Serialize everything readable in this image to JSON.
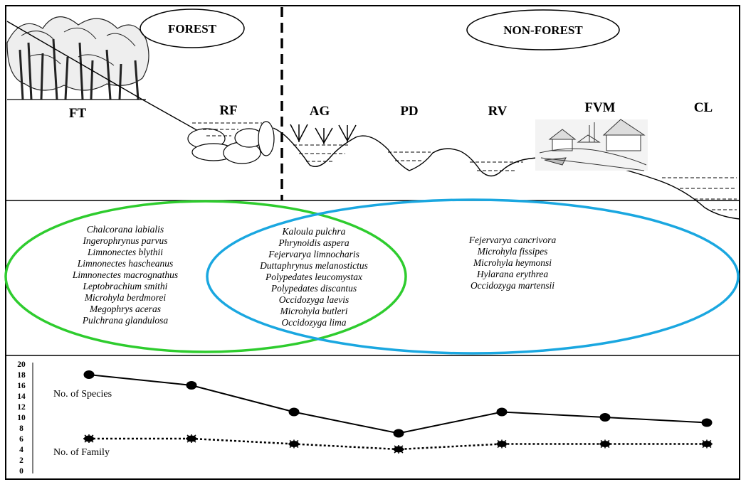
{
  "zones": {
    "forest": "FOREST",
    "non_forest": "NON-FOREST"
  },
  "habitats": [
    "FT",
    "RF",
    "AG",
    "PD",
    "RV",
    "FVM",
    "CL"
  ],
  "species_groups": {
    "forest_only": [
      "Chalcorana labialis",
      "Ingerophrynus parvus",
      "Limnonectes blythii",
      "Limnonectes hascheanus",
      "Limnonectes macrognathus",
      "Leptobrachium smithi",
      "Microhyla berdmorei",
      "Megophrys aceras",
      "Pulchrana glandulosa"
    ],
    "shared": [
      "Kaloula pulchra",
      "Phrynoidis aspera",
      "Fejervarya limnocharis",
      "Duttaphrynus melanostictus",
      "Polypedates leucomystax",
      "Polypedates discantus",
      "Occidozyga laevis",
      "Microhyla butleri",
      "Occidozyga lima"
    ],
    "non_forest_only": [
      "Fejervarya cancrivora",
      "Microhyla fissipes",
      "Microhyla heymonsi",
      "Hylarana erythrea",
      "Occidozyga martensii"
    ]
  },
  "colors": {
    "forest_ellipse": "#2ecc2e",
    "non_forest_ellipse": "#1aa7e0",
    "line": "#000000"
  },
  "chart_data": {
    "type": "line",
    "categories": [
      "FT",
      "RF",
      "AG",
      "PD",
      "RV",
      "FVM",
      "CL"
    ],
    "ylim": [
      0,
      20
    ],
    "yticks": [
      "0",
      "2",
      "4",
      "6",
      "8",
      "10",
      "12",
      "14",
      "16",
      "18",
      "20"
    ],
    "series": [
      {
        "name": "No. of Species",
        "values": [
          18,
          16,
          11,
          7,
          11,
          10,
          9
        ],
        "style": "solid"
      },
      {
        "name": "No. of Family",
        "values": [
          6,
          6,
          5,
          4,
          5,
          5,
          5
        ],
        "style": "dotted"
      }
    ]
  }
}
